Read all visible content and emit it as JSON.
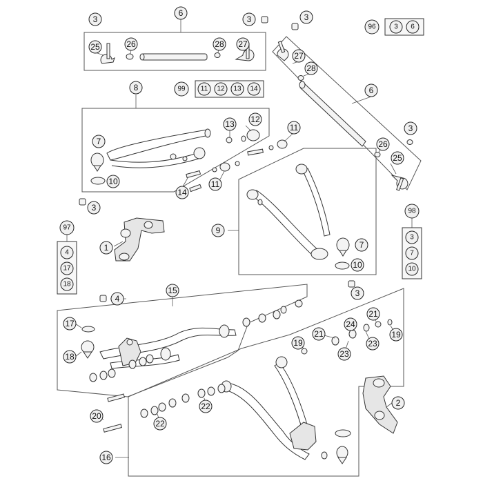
{
  "diagram": {
    "labels": {
      "n1": "1",
      "n2": "2",
      "n3": "3",
      "n4": "4",
      "n6": "6",
      "n7": "7",
      "n8": "8",
      "n9": "9",
      "n10": "10",
      "n11": "11",
      "n12": "12",
      "n13": "13",
      "n14": "14",
      "n15": "15",
      "n16": "16",
      "n17": "17",
      "n18": "18",
      "n19": "19",
      "n20": "20",
      "n21": "21",
      "n22": "22",
      "n23": "23",
      "n24": "24",
      "n25": "25",
      "n26": "26",
      "n27": "27",
      "n28": "28"
    },
    "ref_groups": {
      "g96": {
        "id": "96",
        "items": [
          "3",
          "6"
        ]
      },
      "g99": {
        "id": "99",
        "items": [
          "11",
          "12",
          "13",
          "14"
        ]
      },
      "g97": {
        "id": "97",
        "items": [
          "4",
          "17",
          "18"
        ]
      },
      "g98": {
        "id": "98",
        "items": [
          "3",
          "7",
          "10"
        ]
      }
    }
  }
}
